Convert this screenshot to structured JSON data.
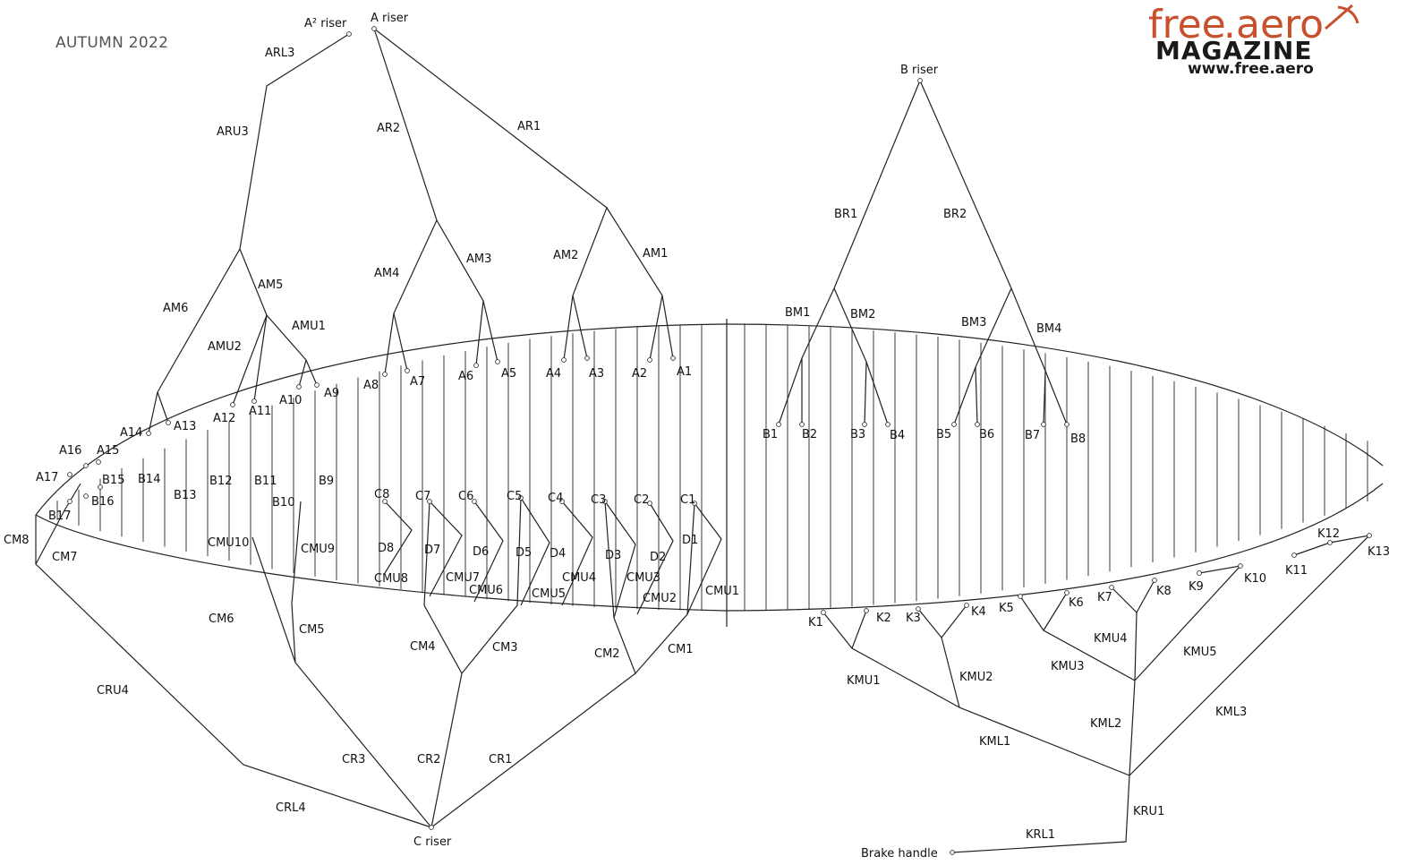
{
  "header": {
    "issue": "AUTUMN 2022"
  },
  "logo": {
    "wordmark_free": "free",
    "wordmark_aero": ".aero",
    "wordmark_magazine": "MAGAZINE",
    "url": "www.free.aero",
    "colors": {
      "accent": "#c8502c",
      "dark": "#1a1a1a"
    }
  },
  "diagram": {
    "line_color": "#222222",
    "risers": {
      "a2": "A² riser",
      "a": "A riser",
      "b": "B riser",
      "c": "C riser",
      "brake": "Brake handle"
    },
    "labels": {
      "ARL3": "ARL3",
      "ARU3": "ARU3",
      "AR2": "AR2",
      "AR1": "AR1",
      "AM1": "AM1",
      "AM2": "AM2",
      "AM3": "AM3",
      "AM4": "AM4",
      "AM5": "AM5",
      "AM6": "AM6",
      "AMU1": "AMU1",
      "AMU2": "AMU2",
      "A1": "A1",
      "A2": "A2",
      "A3": "A3",
      "A4": "A4",
      "A5": "A5",
      "A6": "A6",
      "A7": "A7",
      "A8": "A8",
      "A9": "A9",
      "A10": "A10",
      "A11": "A11",
      "A12": "A12",
      "A13": "A13",
      "A14": "A14",
      "A15": "A15",
      "A16": "A16",
      "A17": "A17",
      "BR1": "BR1",
      "BR2": "BR2",
      "BM1": "BM1",
      "BM2": "BM2",
      "BM3": "BM3",
      "BM4": "BM4",
      "B1": "B1",
      "B2": "B2",
      "B3": "B3",
      "B4": "B4",
      "B5": "B5",
      "B6": "B6",
      "B7": "B7",
      "B8": "B8",
      "B9": "B9",
      "B10": "B10",
      "B11": "B11",
      "B12": "B12",
      "B13": "B13",
      "B14": "B14",
      "B15": "B15",
      "B16": "B16",
      "B17": "B17",
      "C1": "C1",
      "C2": "C2",
      "C3": "C3",
      "C4": "C4",
      "C5": "C5",
      "C6": "C6",
      "C7": "C7",
      "C8": "C8",
      "D1": "D1",
      "D2": "D2",
      "D3": "D3",
      "D4": "D4",
      "D5": "D5",
      "D6": "D6",
      "D7": "D7",
      "D8": "D8",
      "CMU1": "CMU1",
      "CMU2": "CMU2",
      "CMU3": "CMU3",
      "CMU4": "CMU4",
      "CMU5": "CMU5",
      "CMU6": "CMU6",
      "CMU7": "CMU7",
      "CMU8": "CMU8",
      "CMU9": "CMU9",
      "CMU10": "CMU10",
      "CM1": "CM1",
      "CM2": "CM2",
      "CM3": "CM3",
      "CM4": "CM4",
      "CM5": "CM5",
      "CM6": "CM6",
      "CM7": "CM7",
      "CM8": "CM8",
      "CR1": "CR1",
      "CR2": "CR2",
      "CR3": "CR3",
      "CRU4": "CRU4",
      "CRL4": "CRL4",
      "K1": "K1",
      "K2": "K2",
      "K3": "K3",
      "K4": "K4",
      "K5": "K5",
      "K6": "K6",
      "K7": "K7",
      "K8": "K8",
      "K9": "K9",
      "K10": "K10",
      "K11": "K11",
      "K12": "K12",
      "K13": "K13",
      "KMU1": "KMU1",
      "KMU2": "KMU2",
      "KMU3": "KMU3",
      "KMU4": "KMU4",
      "KMU5": "KMU5",
      "KML1": "KML1",
      "KML2": "KML2",
      "KML3": "KML3",
      "KRU1": "KRU1",
      "KRL1": "KRL1"
    }
  }
}
